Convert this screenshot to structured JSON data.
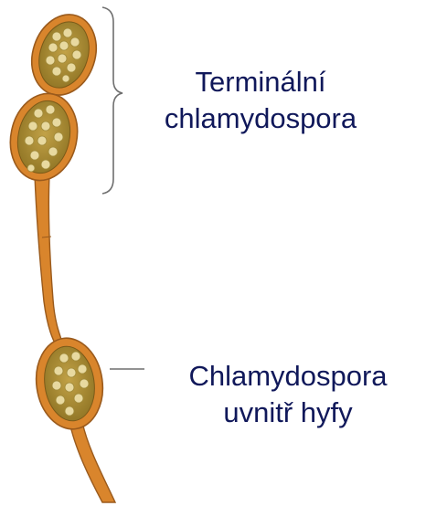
{
  "labels": {
    "terminal": {
      "line1": "Terminální",
      "line2": "chlamydospora"
    },
    "intercalary": {
      "line1": "Chlamydospora",
      "line2": "uvnitř hyfy"
    }
  },
  "colors": {
    "text": "#10185a",
    "hypha_wall": "#d9852c",
    "hypha_outline": "#9a5a1c",
    "spore_interior": "#a88a2e",
    "granule": "#e8d9a0",
    "bracket": "#6e6e6e"
  }
}
